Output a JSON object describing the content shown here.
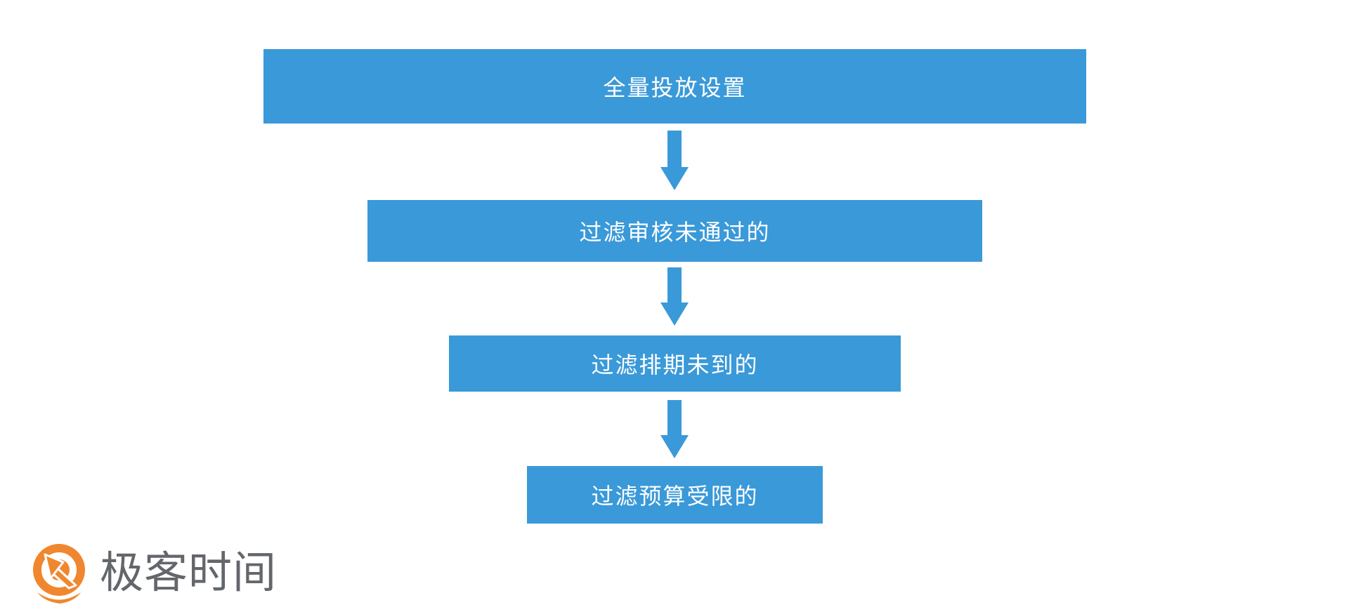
{
  "colors": {
    "bar_blue": "#3A99D8",
    "bar_text": "#FFFFFF",
    "logo_orange": "#F0872E",
    "logo_text_gray": "#63666A",
    "background": "#FFFFFF"
  },
  "diagram": {
    "type": "funnel-flow",
    "steps": [
      {
        "label": "全量投放设置"
      },
      {
        "label": "过滤审核未通过的"
      },
      {
        "label": "过滤排期未到的"
      },
      {
        "label": "过滤预算受限的"
      }
    ],
    "connector_icon": "down-arrow-icon"
  },
  "logo": {
    "icon": "geektime-logo-icon",
    "text": "极客时间"
  }
}
